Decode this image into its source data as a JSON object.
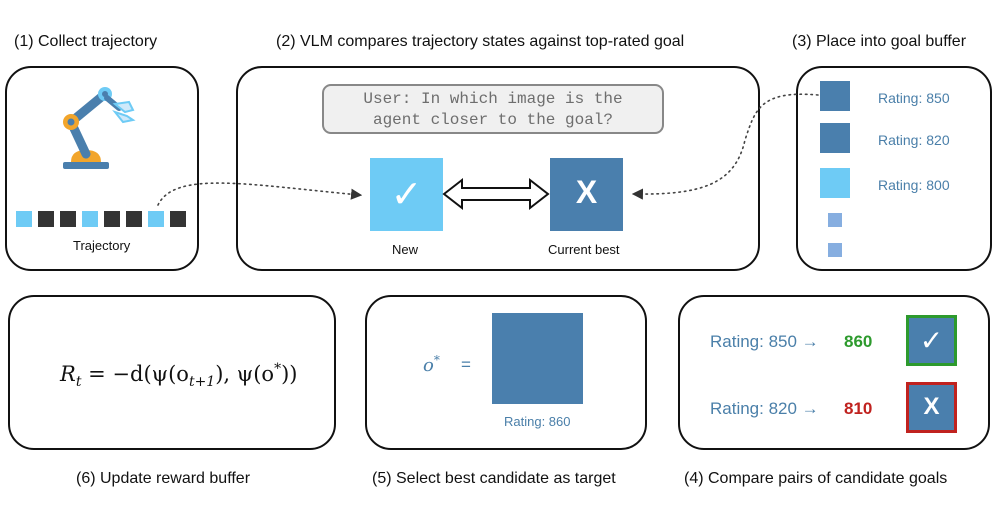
{
  "steps": {
    "collect": "(1)  Collect trajectory",
    "compare": "(2)  VLM compares trajectory states against top-rated goal",
    "place": "(3)  Place into goal buffer",
    "pairs": "(4)  Compare pairs of candidate goals",
    "select": "(5)  Select best candidate as target",
    "update": "(6)  Update reward buffer"
  },
  "trajectory": {
    "label": "Trajectory",
    "frames": [
      "light",
      "dark",
      "dark",
      "light",
      "dark",
      "dark",
      "light",
      "dark"
    ]
  },
  "vlm": {
    "prompt_line1": "User: In which image is the",
    "prompt_line2": "agent closer to the goal?",
    "new_label": "New",
    "best_label": "Current best",
    "new_mark": "✓",
    "best_mark": "X"
  },
  "goal_buffer": {
    "items": [
      {
        "rating": "Rating: 850"
      },
      {
        "rating": "Rating: 820"
      },
      {
        "rating": "Rating: 800"
      }
    ]
  },
  "pairs": {
    "rows": [
      {
        "before": "Rating: 850 →",
        "after": "860",
        "mark": "✓"
      },
      {
        "before": "Rating: 820 →",
        "after": "810",
        "mark": "X"
      }
    ]
  },
  "target": {
    "symbol": "o",
    "sup": "*",
    "equals": "=",
    "rating": "Rating: 860"
  },
  "reward": {
    "R": "R",
    "R_sub": "t",
    "part1": " = −d(ψ(o",
    "sub": "t+1",
    "part2": "), ψ(o",
    "sup": "*",
    "part3": "))"
  },
  "colors": {
    "light_blue": "#6ecbf5",
    "dark_gray": "#343434",
    "steel_blue": "#4a7fad",
    "win_green": "#2d9a2d",
    "lose_red": "#c0221f",
    "rating_text": "#4a7fa9"
  },
  "icons": {
    "robot": "robot-arm-icon",
    "check": "check-icon",
    "cross": "cross-icon",
    "arrow": "double-arrow-icon"
  }
}
